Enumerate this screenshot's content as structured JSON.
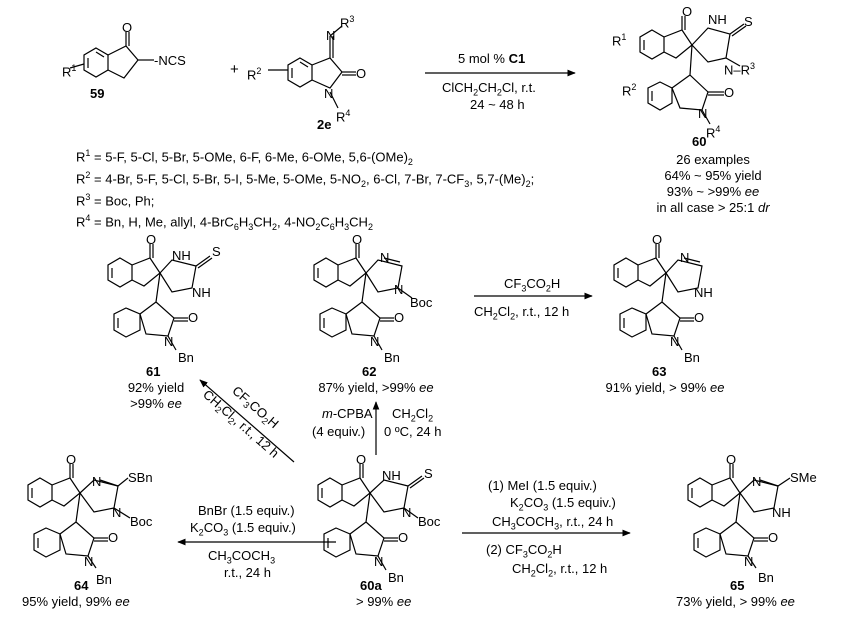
{
  "top": {
    "r1_group": "R",
    "sup1": "1",
    "ncs": "NCS",
    "plus": "+",
    "r2_group": "R",
    "sup2": "2",
    "r3_group": "R",
    "sup3": "3",
    "r4_group": "R",
    "sup4": "4",
    "n": "N",
    "o": "O",
    "s": "S",
    "h": "H",
    "label_59": "59",
    "label_2e": "2e",
    "label_60": "60",
    "catalyst_prefix": "5 mol % ",
    "catalyst": "C1",
    "solvent": "ClCH",
    "solvent_sub1": "2",
    "solvent_mid": "CH",
    "solvent_sub2": "2",
    "solvent_end": "Cl, r.t.",
    "time": "24 ~ 48 h",
    "r1_values": "= 5-F, 5-Cl, 5-Br, 5-OMe, 6-F, 6-Me, 6-OMe, 5,6-(OMe)",
    "r1_sub": "2",
    "r2_values_a": "= 4-Br, 5-F, 5-Cl, 5-Br, 5-I, 5-Me, 5-OMe, 5-NO",
    "r2_values_b": ", 6-Cl, 7-Br, 7-CF",
    "r2_values_c": ", 5,7-(Me)",
    "r2_values_d": ";",
    "r3_values": "= Boc, Ph;",
    "r4_values_a": "= Bn, H, Me, allyl, 4-BrC",
    "r4_values_b": "H",
    "r4_values_c": "CH",
    "r4_values_d": ", 4-NO",
    "r4_values_e": "C",
    "r4_values_f": "H",
    "r4_values_g": "CH",
    "examples": "26 examples",
    "yield": "64% ~ 95% yield",
    "ee": "93% ~ >99% ",
    "ee_unit": "ee",
    "dr": "in all case > 25:1 ",
    "dr_unit": "dr"
  },
  "compounds": {
    "c61": {
      "label": "61",
      "yield": "92% yield",
      "ee": ">99% ",
      "ee_unit": "ee",
      "bn": "Bn"
    },
    "c62": {
      "label": "62",
      "yield": "87% yield, >99% ",
      "ee_unit": "ee",
      "bn": "Bn",
      "boc": "Boc"
    },
    "c63": {
      "label": "63",
      "yield": "91% yield, > 99% ",
      "ee_unit": "ee",
      "bn": "Bn"
    },
    "c64": {
      "label": "64",
      "yield": "95% yield, 99% ",
      "ee_unit": "ee",
      "bn": "Bn",
      "boc": "Boc",
      "sbn": "SBn"
    },
    "c60a": {
      "label": "60a",
      "yield": "> 99% ",
      "ee_unit": "ee",
      "bn": "Bn",
      "boc": "Boc"
    },
    "c65": {
      "label": "65",
      "yield": "73% yield, > 99% ",
      "ee_unit": "ee",
      "bn": "Bn",
      "sme": "SMe"
    }
  },
  "conditions": {
    "tfa_63_a": "CF",
    "tfa_63_b": "CO",
    "tfa_63_c": "H",
    "tfa_63_d": "CH",
    "tfa_63_e": "Cl",
    "tfa_63_f": ", r.t., 12 h",
    "mcpba": "m",
    "mcpba_rest": "-CPBA",
    "mcpba_equiv": "(4 equiv.)",
    "mcpba_solvent_a": "CH",
    "mcpba_solvent_b": "Cl",
    "mcpba_temp": "0 ºC, 24 h",
    "diag_a": "CF",
    "diag_b": "CO",
    "diag_c": "H",
    "diag_d": "CH",
    "diag_e": "Cl",
    "diag_f": ", r.t., 12 h",
    "bnbr": "BnBr (1.5 equiv.)",
    "k2co3_a": "K",
    "k2co3_b": "CO",
    "k2co3_c": " (1.5 equiv.)",
    "acetone_a": "CH",
    "acetone_b": "COCH",
    "rt24": "r.t., 24 h",
    "mei": "(1) MeI (1.5 equiv.)",
    "k2co3_65_a": "K",
    "k2co3_65_b": "CO",
    "k2co3_65_c": " (1.5 equiv.)",
    "acetone65_a": "CH",
    "acetone65_b": "COCH",
    "acetone65_c": ", r.t., 24 h",
    "step2_a": "(2) CF",
    "step2_b": "CO",
    "step2_c": "H",
    "step2_d": "CH",
    "step2_e": "Cl",
    "step2_f": ", r.t., 12 h",
    "sub2": "2",
    "sub3": "3",
    "sub6": "6",
    "sub4": "4"
  }
}
